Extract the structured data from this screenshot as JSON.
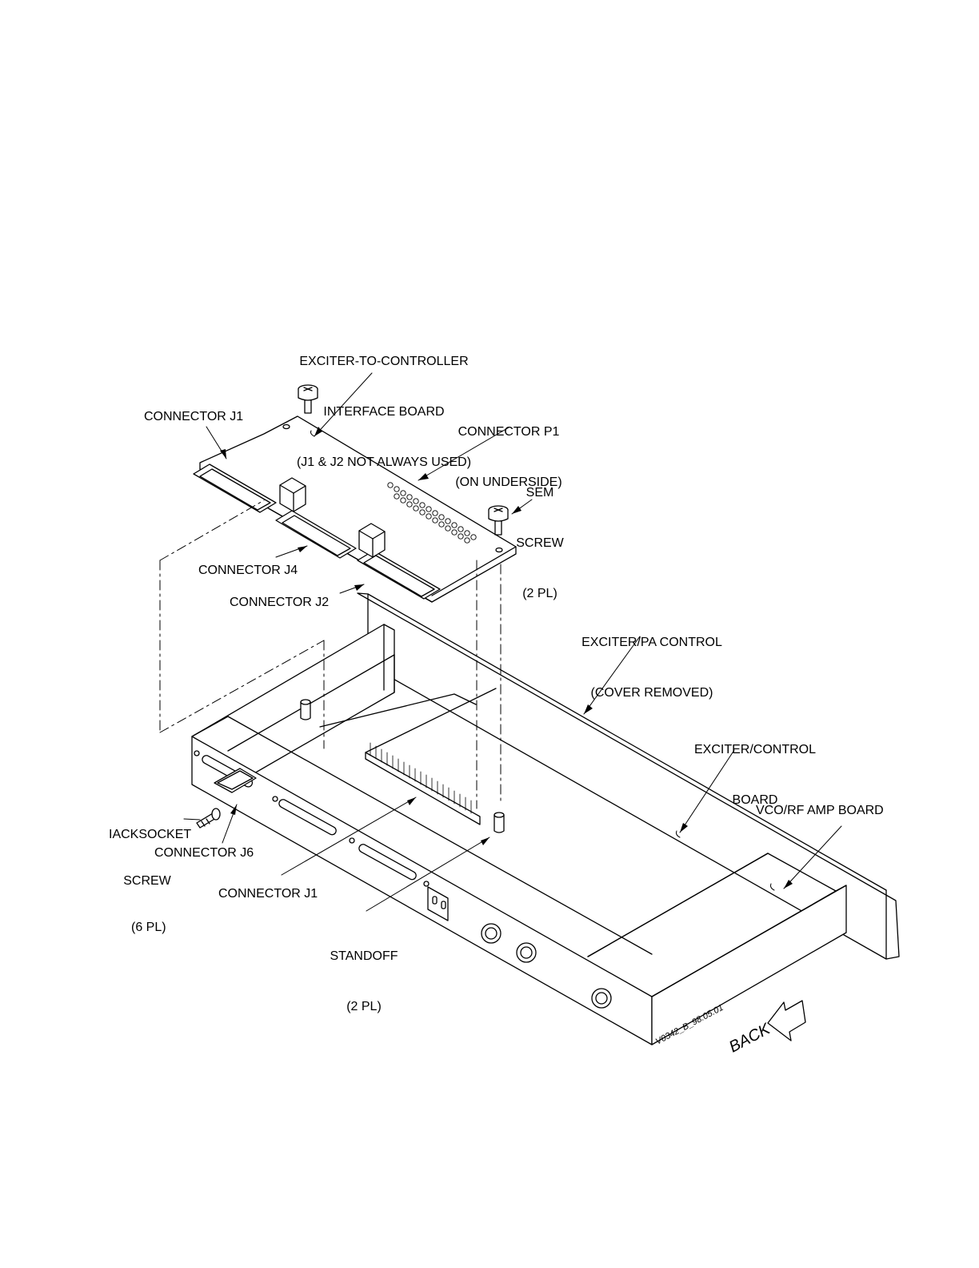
{
  "labels": {
    "interface_board": [
      "EXCITER-TO-CONTROLLER",
      "INTERFACE BOARD",
      "(J1 & J2 NOT ALWAYS USED)"
    ],
    "connector_j1_top": "CONNECTOR J1",
    "connector_p1": [
      "CONNECTOR P1",
      "(ON UNDERSIDE)"
    ],
    "sem_screw": [
      "SEM",
      "SCREW",
      "(2 PL)"
    ],
    "connector_j4": "CONNECTOR J4",
    "connector_j2": "CONNECTOR J2",
    "exciter_pa_control": [
      "EXCITER/PA CONTROL",
      "(COVER REMOVED)"
    ],
    "exciter_control_board": [
      "EXCITER/CONTROL",
      "BOARD"
    ],
    "vco_rf_amp_board": "VCO/RF AMP BOARD",
    "jacksocket_screw": [
      "IACKSOCKET",
      "SCREW",
      "(6 PL)"
    ],
    "connector_j6": "CONNECTOR J6",
    "connector_j1_bottom": "CONNECTOR J1",
    "standoff": [
      "STANDOFF",
      "(2 PL)"
    ],
    "back": "BACK",
    "drawing_number": "V0342_B_98.05.01"
  }
}
